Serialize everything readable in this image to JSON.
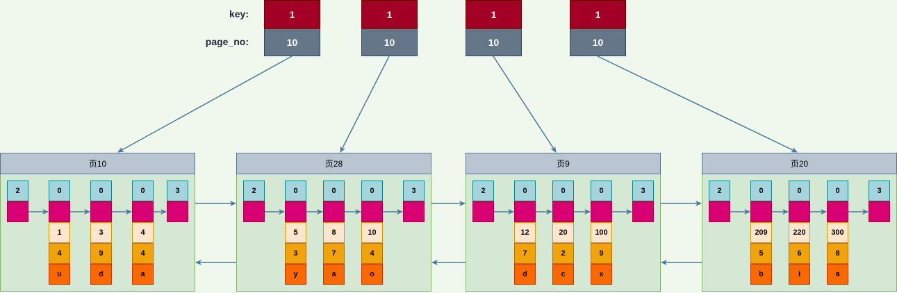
{
  "labels": {
    "key": "key:",
    "page_no": "page_no:"
  },
  "index_entries": [
    {
      "key": "1",
      "page_no": "10"
    },
    {
      "key": "1",
      "page_no": "10"
    },
    {
      "key": "1",
      "page_no": "10"
    },
    {
      "key": "1",
      "page_no": "10"
    }
  ],
  "pages": [
    {
      "title": "页10",
      "header": [
        "2",
        "0",
        "0",
        "0",
        "3"
      ],
      "records": [
        {
          "k": "1",
          "v": "4",
          "c": "u"
        },
        {
          "k": "3",
          "v": "9",
          "c": "d"
        },
        {
          "k": "4",
          "v": "4",
          "c": "a"
        }
      ]
    },
    {
      "title": "页28",
      "header": [
        "2",
        "0",
        "0",
        "0",
        "3"
      ],
      "records": [
        {
          "k": "5",
          "v": "3",
          "c": "y"
        },
        {
          "k": "8",
          "v": "7",
          "c": "a"
        },
        {
          "k": "10",
          "v": "4",
          "c": "o"
        }
      ]
    },
    {
      "title": "页9",
      "header": [
        "2",
        "0",
        "0",
        "0",
        "3"
      ],
      "records": [
        {
          "k": "12",
          "v": "7",
          "c": "d"
        },
        {
          "k": "20",
          "v": "2",
          "c": "c"
        },
        {
          "k": "100",
          "v": "9",
          "c": "x"
        }
      ]
    },
    {
      "title": "页20",
      "header": [
        "2",
        "0",
        "0",
        "0",
        "3"
      ],
      "records": [
        {
          "k": "209",
          "v": "5",
          "c": "b"
        },
        {
          "k": "220",
          "v": "6",
          "c": "i"
        },
        {
          "k": "300",
          "v": "8",
          "c": "a"
        }
      ]
    }
  ],
  "colors": {
    "arrow": "#4a7a9a",
    "key_cell": "#a20025",
    "page_no_cell": "#647687",
    "page_bg": "#d5e8d4",
    "page_header": "#b9c5d1"
  }
}
